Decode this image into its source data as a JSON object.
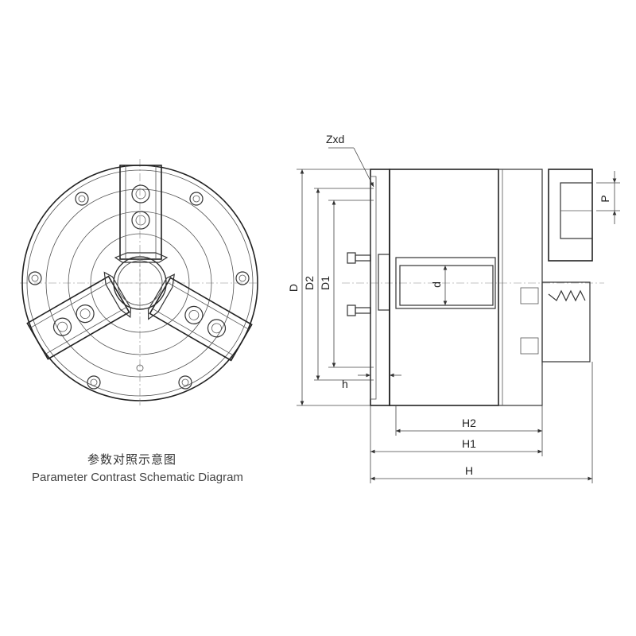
{
  "title_cn": "参数对照示意图",
  "title_en": "Parameter Contrast Schematic Diagram",
  "labels": {
    "zxd": "Zxd",
    "D": "D",
    "D2": "D2",
    "D1": "D1",
    "d": "d",
    "h": "h",
    "P": "P",
    "H2": "H2",
    "H1": "H1",
    "H": "H"
  },
  "colors": {
    "line": "#333333",
    "hatch": "#555555",
    "background": "#ffffff"
  }
}
